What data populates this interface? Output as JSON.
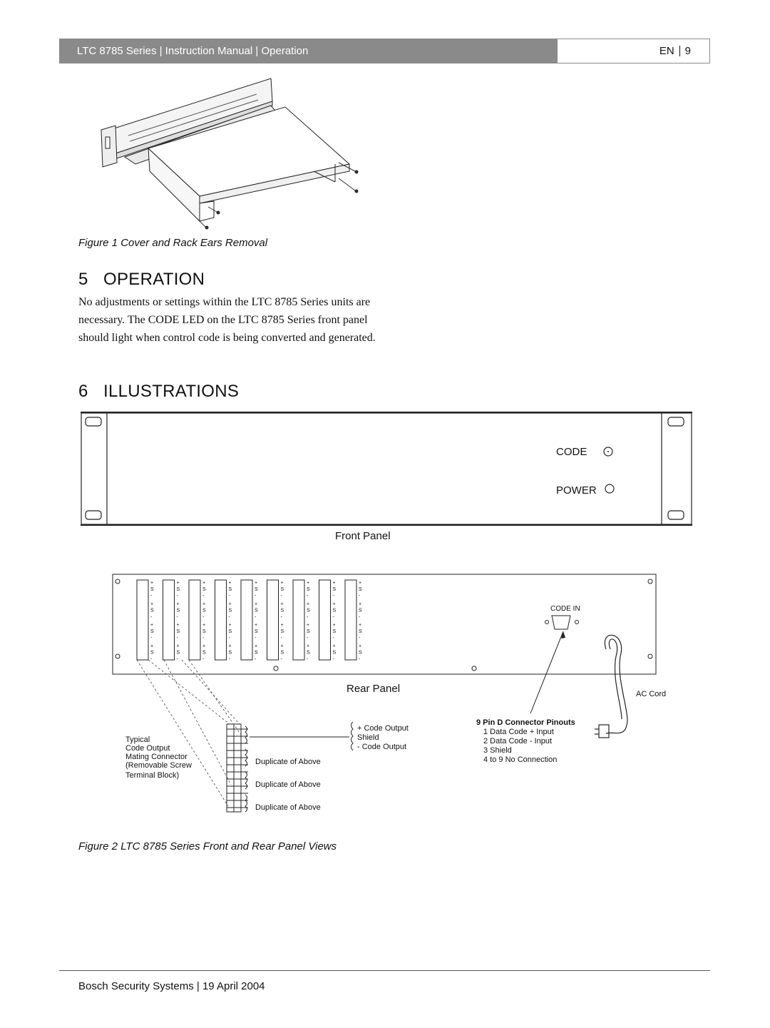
{
  "header": {
    "title": "LTC 8785 Series | Instruction Manual | Operation",
    "lang": "EN",
    "page": "9"
  },
  "figure1": {
    "caption": "Figure 1  Cover and Rack Ears Removal"
  },
  "section5": {
    "number": "5",
    "title": "OPERATION",
    "body": "No adjustments or settings within the LTC 8785 Series units are necessary. The CODE LED on the LTC 8785 Series front panel should light when control code is being converted and generated."
  },
  "section6": {
    "number": "6",
    "title": "ILLUSTRATIONS"
  },
  "front_panel": {
    "code_label": "CODE",
    "power_label": "POWER",
    "label": "Front Panel"
  },
  "rear_panel": {
    "label": "Rear Panel",
    "code_in": "CODE IN",
    "ac_cord": "AC Cord",
    "terminal_marks": [
      "+",
      "S",
      "-"
    ],
    "connector_label": [
      "Typical",
      "Code Output",
      "Mating Connector",
      "(Removable Screw",
      "Terminal Block)"
    ],
    "pin_legend": [
      "+ Code Output",
      "Shield",
      "- Code Output"
    ],
    "duplicate": "Duplicate of Above",
    "pinouts_title": "9 Pin D Connector Pinouts",
    "pinouts": [
      "1  Data Code + Input",
      "2  Data Code  - Input",
      "3  Shield",
      "4 to 9   No Connection"
    ]
  },
  "figure2": {
    "caption": "Figure 2  LTC 8785 Series Front and Rear Panel Views"
  },
  "footer": {
    "text": "Bosch Security Systems | 19 April 2004"
  }
}
